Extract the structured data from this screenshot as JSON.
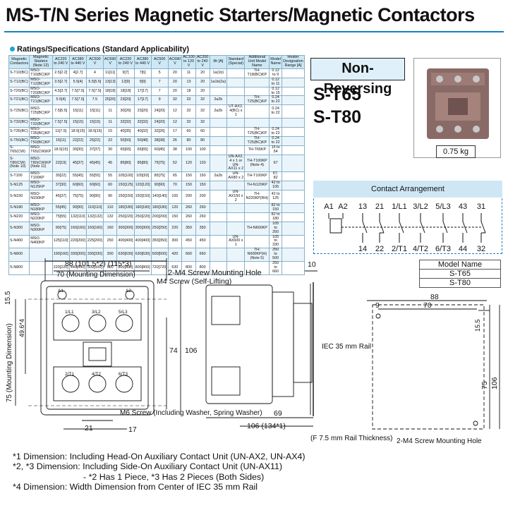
{
  "title": "MS-T/N Series Magnetic Starters/Magnetic Contactors",
  "section_heading": "Ratings/Specifications (Standard Applicability)",
  "product": {
    "type_label": "Non-Reversing",
    "models": [
      "S-T65",
      "S-T80"
    ],
    "weight": "0.75 kg"
  },
  "spec_table": {
    "col_headers": [
      "Magnetic Contactors",
      "Magnetic Starters (Note 12)",
      "AC220 to 240 V",
      "AC380 to 440 V",
      "AC500 V",
      "AC690 V",
      "AC220 to 240 V",
      "AC380 to 440 V",
      "AC500 V",
      "AC690 V",
      "AC100 to 120 V",
      "AC200 to 240 V",
      "Ith [A]",
      "Standard (Special)",
      "Additional Unit Model Name",
      "Model Name",
      "Heater Designation Range [A]"
    ],
    "rows": [
      [
        "S-T10(BC)",
        "MSO-T10(BC)KP",
        "2.5[2.2]",
        "4[2.7]",
        "4",
        "11[11]",
        "9[7]",
        "7[6]",
        "5",
        "20",
        "11",
        "20",
        "1a(1b)",
        "",
        "TH-T18(BC)KP",
        "0.12 to 9"
      ],
      [
        "S-T12(BC)",
        "MSO-T12(BC)KP",
        "3.5[2.7]",
        "5.5[4]",
        "5.5[5.5]",
        "13[13]",
        "12[9]",
        "9[9]",
        "7",
        "20",
        "13",
        "20",
        "1a1b(2a)",
        "",
        "",
        "0.12 to 11"
      ],
      [
        "S-T20(BC)",
        "MSO-T20(BC)KP",
        "4.5[3.7]",
        "7.5[7.5]",
        "7.5[7.5]",
        "18[18]",
        "18[18]",
        "17[17]",
        "7",
        "20",
        "18",
        "20",
        "",
        "",
        "",
        "0.12 to 15"
      ],
      [
        "S-T21(BC)",
        "MSO-T21(BC)KP",
        "5.5[4]",
        "7.5[7.5]",
        "7.5",
        "25[20]",
        "23[20]",
        "17[17]",
        "9",
        "32",
        "32",
        "32",
        "2a2b",
        "",
        "TH-T25(BC)KP",
        "0.24 to 22"
      ],
      [
        "S-T25(BC)",
        "MSO-T25(BC)KP",
        "7.5[5.5]",
        "15[11]",
        "15[11]",
        "11",
        "30[26]",
        "23[20]",
        "24[20]",
        "12",
        "32",
        "32",
        "2a2b",
        "UT-AX2, 4(BC) x 1",
        "",
        "0.24 to 22"
      ],
      [
        "S-T32(BC)",
        "MSO-T32(BC)KP",
        "7.5[7.5]",
        "15[15]",
        "15[15]",
        "11",
        "32[32]",
        "32[32]",
        "24[20]",
        "12",
        "32",
        "32",
        "",
        "",
        "",
        ""
      ],
      [
        "S-T35(BC)",
        "MSO-T35(BC)KP",
        "11[7.5]",
        "18.5[15]",
        "18.5[15]",
        "15",
        "40[35]",
        "40[32]",
        "32[26]",
        "17",
        "60",
        "60",
        "",
        "",
        "TH-T25(BC)KP",
        "0.24 to 22"
      ],
      [
        "S-T50(BC)",
        "MSO-T50(BC)KP",
        "15[11]",
        "22[22]",
        "25[22]",
        "22",
        "55[50]",
        "50[48]",
        "38[38]",
        "26",
        "80",
        "80",
        "",
        "",
        "TH-T25(BC)KP",
        "0.24 to 22"
      ],
      [
        "S-T65(CW)",
        "MSO-T65(CW)KP",
        "18.5[15]",
        "30[30]",
        "37[37]",
        "30",
        "65[65]",
        "65[65]",
        "60[45]",
        "38",
        "100",
        "100",
        "",
        "",
        "TH-T65KP",
        "15 to 54"
      ],
      [
        "S-T80(CW) (Note 10)",
        "MSO-T80(CW)KP (Note 11)",
        "22[19]",
        "45[37]",
        "45[45]",
        "45",
        "85[80]",
        "85[80]",
        "75[75]",
        "52",
        "120",
        "120",
        "",
        "UN-AX2, 4 x 1 or UN-AX11 x 2",
        "TH-T100KP (Note 4)",
        "67"
      ],
      [
        "S-T100",
        "MSO-T100KP",
        "30[22]",
        "55[45]",
        "55[55]",
        "55",
        "105[100]",
        "105[93]",
        "85[75]",
        "65",
        "150",
        "150",
        "2a2b",
        "UN-AX80 x 2",
        "TH-T100KP",
        "67, 82"
      ],
      [
        "S-N125",
        "MSO-N125KP",
        "37[30]",
        "60[60]",
        "60[60]",
        "60",
        "150[125]",
        "120[120]",
        "90[90]",
        "70",
        "150",
        "150",
        "",
        "",
        "TH-N120KP",
        "42 to 105"
      ],
      [
        "S-N150",
        "MSO-N150KP",
        "45[37]",
        "75[75]",
        "90[90]",
        "90",
        "150[150]",
        "150[150]",
        "140[140]",
        "100",
        "200",
        "200",
        "",
        "UN-AX150 x 2",
        "TH-N220KP(RH)",
        "42 to 125"
      ],
      [
        "S-N180",
        "MSO-N180KP",
        "55[45]",
        "90[90]",
        "110[110]",
        "110",
        "180[180]",
        "180[180]",
        "180[180]",
        "120",
        "260",
        "260",
        "",
        "",
        "",
        "82 to 150"
      ],
      [
        "S-N220",
        "MSO-N220KP",
        "75[55]",
        "132[110]",
        "132[132]",
        "132",
        "250[220]",
        "250[220]",
        "200[200]",
        "150",
        "260",
        "260",
        "",
        "",
        "",
        "82 to 180"
      ],
      [
        "S-N300",
        "MSO-N300KP",
        "90[75]",
        "160[160]",
        "160[160]",
        "160",
        "300[300]",
        "300[300]",
        "250[250]",
        "220",
        "350",
        "350",
        "",
        "",
        "TH-N600KP",
        "105 to 250"
      ],
      [
        "S-N400",
        "MSO-N400KP",
        "125[110]",
        "220[200]",
        "225[200]",
        "250",
        "400[400]",
        "400[400]",
        "350[350]",
        "300",
        "450",
        "450",
        "",
        "UN-AX600 x 1",
        "",
        "105 to 330"
      ],
      [
        "S-N600",
        "",
        "190[160]",
        "330[300]",
        "330[330]",
        "300",
        "630[630]",
        "630[630]",
        "500[500]",
        "420",
        "660",
        "660",
        "",
        "",
        "TH-N600KP(H) (Note 5)",
        "250 to 500"
      ],
      [
        "S-N800",
        "",
        "220[220]",
        "440[440]",
        "500[500]",
        "500",
        "800[800]",
        "800[800]",
        "720[720]",
        "630",
        "800",
        "800",
        "",
        "",
        "",
        "250 to 660"
      ]
    ]
  },
  "contact_arrangement": {
    "heading": "Contact Arrangement",
    "top_terminals": [
      "A1",
      "A2",
      "13",
      "21",
      "1/L1",
      "3/L2",
      "5/L3",
      "43",
      "31"
    ],
    "bottom_terminals": [
      "14",
      "22",
      "2/T1",
      "4/T2",
      "6/T3",
      "44",
      "32"
    ]
  },
  "model_table": {
    "header": "Model Name",
    "rows": [
      "S-T65",
      "S-T80"
    ]
  },
  "drawing_front": {
    "dim_top": "88  (101.5*2)  (115*3)",
    "dim_mounting_w": "70 (Mounting Dimension)",
    "dim_15_5": "15.5",
    "dim_49_6": "49.6*4",
    "dim_mounting_h": "75 (Mounting Dimension)",
    "dim_74": "74",
    "dim_106": "106",
    "dim_21": "21",
    "dim_17": "17",
    "callout_m4_hole": "2-M4 Screw Mounting Hole",
    "callout_m4_screw": "M4 Screw (Self-Lifting)",
    "callout_m6": "M6 Screw (Including Washer, Spring Washer)",
    "terminals_top": [
      "A1",
      "1/L1",
      "3/L2",
      "5/L3",
      "A2"
    ],
    "terminals_bottom": [
      "2/T1",
      "4/T2",
      "6/T3"
    ]
  },
  "drawing_side": {
    "dim_10": "10",
    "dim_69": "69",
    "dim_106": "106  (134*1)",
    "rail_label": "IEC 35 mm Rail",
    "rail_thickness": "(F 7.5 mm Rail Thickness)"
  },
  "drawing_mount": {
    "dim_88": "88",
    "dim_9": "9",
    "dim_70": "70",
    "dim_15_5": "15.5",
    "dim_75": "75",
    "dim_106": "106",
    "callout": "2-M4 Screw Mounting Hole"
  },
  "notes": [
    "*1 Dimension: Including Head-On Auxiliary Contact Unit (UN-AX2, UN-AX4)",
    "*2, *3 Dimension: Including Side-On Auxiliary Contact Unit (UN-AX11)",
    "- *2 Has 1 Piece, *3 Has 2 Pieces (Both Sides)",
    "*4 Dimension: Width Dimension from Center of IEC 35 mm Rail"
  ],
  "colors": {
    "accent": "#1a7fc1",
    "table_header": "#cde8f5",
    "panel_bg": "#dff0fa"
  }
}
